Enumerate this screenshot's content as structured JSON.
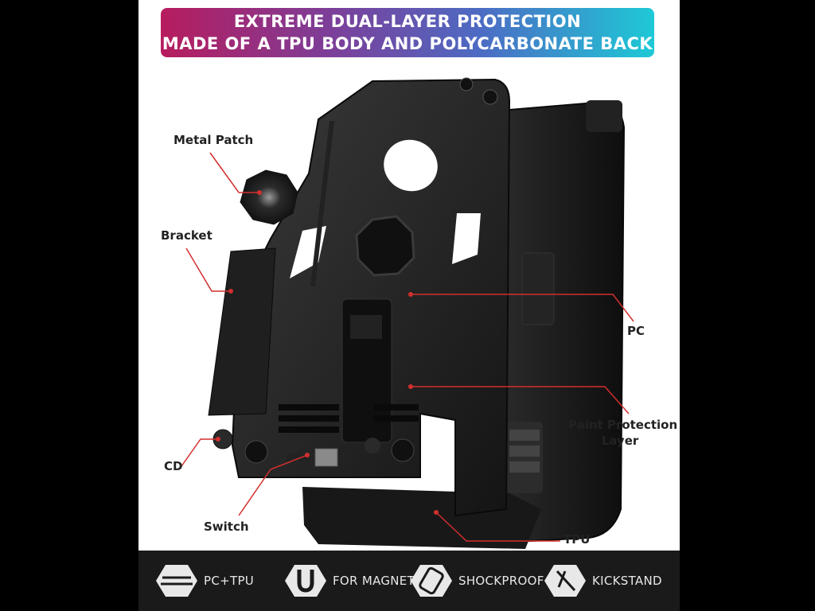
{
  "banner": {
    "line1": "EXTREME DUAL-LAYER PROTECTION",
    "line2": "MADE OF A TPU BODY AND POLYCARBONATE BACK"
  },
  "labels": {
    "metal_patch": "Metal Patch",
    "bracket": "Bracket",
    "cd": "CD",
    "switch": "Switch",
    "pc": "PC",
    "paint_protection_line1": "Paint Protection",
    "paint_protection_line2": "Layer",
    "tpu": "TPU"
  },
  "features": [
    {
      "label": "PC+TPU",
      "icon": "hexagon-layers-icon"
    },
    {
      "label": "FOR MAGNETIC",
      "icon": "magnet-icon"
    },
    {
      "label": "SHOCKPROOF",
      "icon": "shockproof-phone-icon"
    },
    {
      "label": "KICKSTAND",
      "icon": "kickstand-icon"
    }
  ],
  "colors": {
    "banner_gradient_start": "#b71c5e",
    "banner_gradient_end": "#1ec9d6",
    "callout_line": "#d32f2f",
    "case_body": "#1c1c1c",
    "footer_bg": "#1a1a1a"
  }
}
